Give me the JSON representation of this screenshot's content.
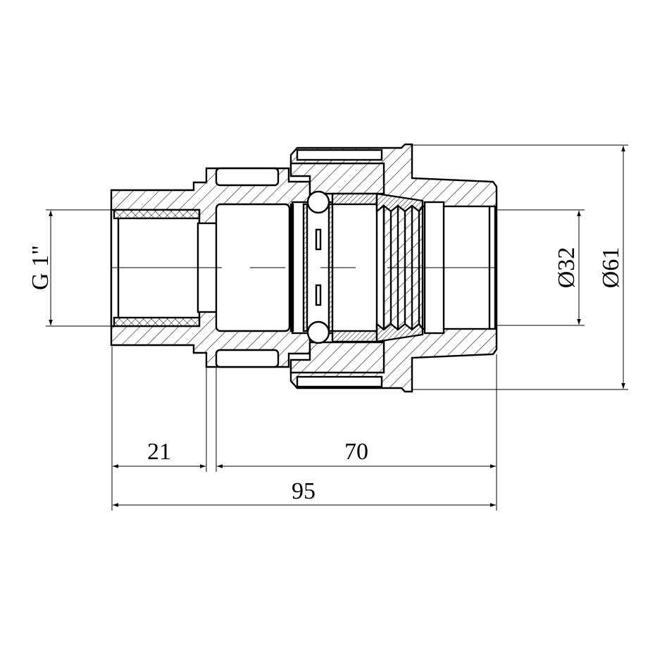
{
  "drawing": {
    "type": "sectional view of a compression fitting with male thread",
    "line_color": "#000000",
    "background": "#ffffff"
  },
  "dimensions": {
    "thread": "G 1\"",
    "inner_diameter": "Ø32",
    "outer_diameter": "Ø61",
    "thread_length": "21",
    "body_length": "70",
    "total_length": "95"
  }
}
